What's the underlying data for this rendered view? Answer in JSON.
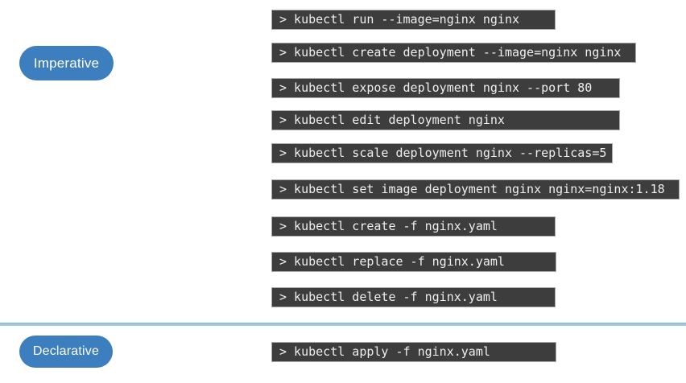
{
  "colors": {
    "background": "#ffffff",
    "pill_bg": "#3d7ebf",
    "pill_text": "#ffffff",
    "box_bg": "#3d3d3d",
    "box_border": "#aaaaaa",
    "box_text": "#efefef",
    "divider": "#9cc8e3"
  },
  "imperative": {
    "label": "Imperative",
    "commands": [
      "> kubectl run --image=nginx nginx",
      "> kubectl create deployment --image=nginx nginx",
      "> kubectl expose deployment nginx --port 80",
      "> kubectl edit deployment nginx",
      "> kubectl scale deployment nginx --replicas=5",
      "> kubectl set image deployment nginx nginx=nginx:1.18",
      "> kubectl create -f nginx.yaml",
      "> kubectl replace -f nginx.yaml",
      "> kubectl delete -f nginx.yaml"
    ]
  },
  "declarative": {
    "label": "Declarative",
    "commands": [
      "> kubectl apply -f nginx.yaml"
    ]
  }
}
